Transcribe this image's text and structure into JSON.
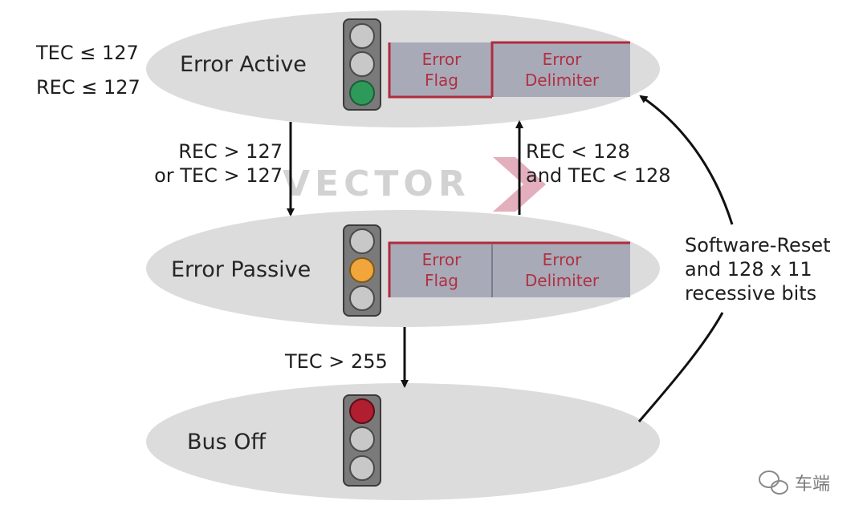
{
  "states": {
    "error_active": {
      "label": "Error Active",
      "light": "green",
      "light_color": "#2e9a5a"
    },
    "error_passive": {
      "label": "Error Passive",
      "light": "yellow",
      "light_color": "#f2a53a"
    },
    "bus_off": {
      "label": "Bus Off",
      "light": "red",
      "light_color": "#b01e30",
      "label_color": "#9c2452"
    }
  },
  "conditions": {
    "active_tec": "TEC ≤ 127",
    "active_rec": "REC ≤ 127",
    "to_passive_line1": "REC > 127",
    "to_passive_line2": "or TEC > 127",
    "to_active_line1": "REC < 128",
    "to_active_line2": "and TEC < 128",
    "to_bus_off": "TEC > 255",
    "reset_line1": "Software-Reset",
    "reset_line2": "and 128 x 11",
    "reset_line3": "recessive bits"
  },
  "frame_fields": {
    "flag_line1": "Error",
    "flag_line2": "Flag",
    "delimiter_line1": "Error",
    "delimiter_line2": "Delimiter"
  },
  "watermark": {
    "text": "VECTOR",
    "icon": "chevron-right-icon"
  },
  "branding": {
    "text": "车端",
    "icon": "wechat-icon"
  }
}
